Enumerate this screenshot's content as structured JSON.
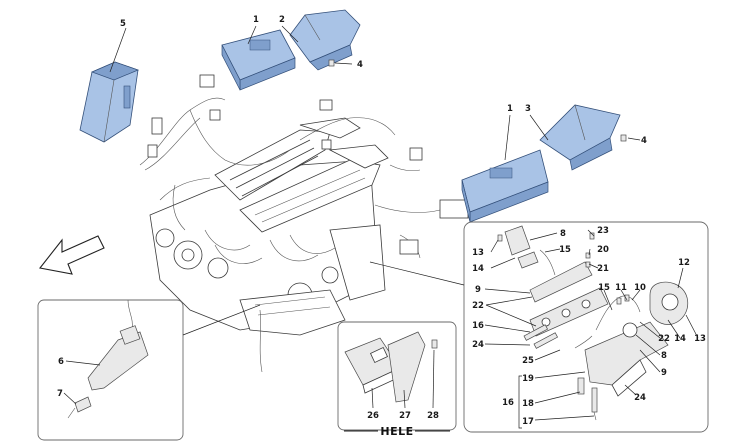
{
  "labels": {
    "l1a": "1",
    "l2": "2",
    "l4a": "4",
    "l5": "5",
    "l1b": "1",
    "l3": "3",
    "l4b": "4",
    "l6": "6",
    "l7": "7",
    "l26": "26",
    "l27": "27",
    "l28": "28",
    "l8a": "8",
    "l23": "23",
    "l13a": "13",
    "l15a": "15",
    "l20": "20",
    "l14a": "14",
    "l21": "21",
    "l9a": "9",
    "l22a": "22",
    "l16a": "16",
    "l24a": "24",
    "l25": "25",
    "l19": "19",
    "l16b": "16",
    "l18": "18",
    "l17": "17",
    "l24b": "24",
    "l9b": "9",
    "l8b": "8",
    "l22b": "22",
    "l15b": "15",
    "l11": "11",
    "l10": "10",
    "l12": "12",
    "l14b": "14",
    "l13b": "13"
  },
  "hele_label": "HELE"
}
